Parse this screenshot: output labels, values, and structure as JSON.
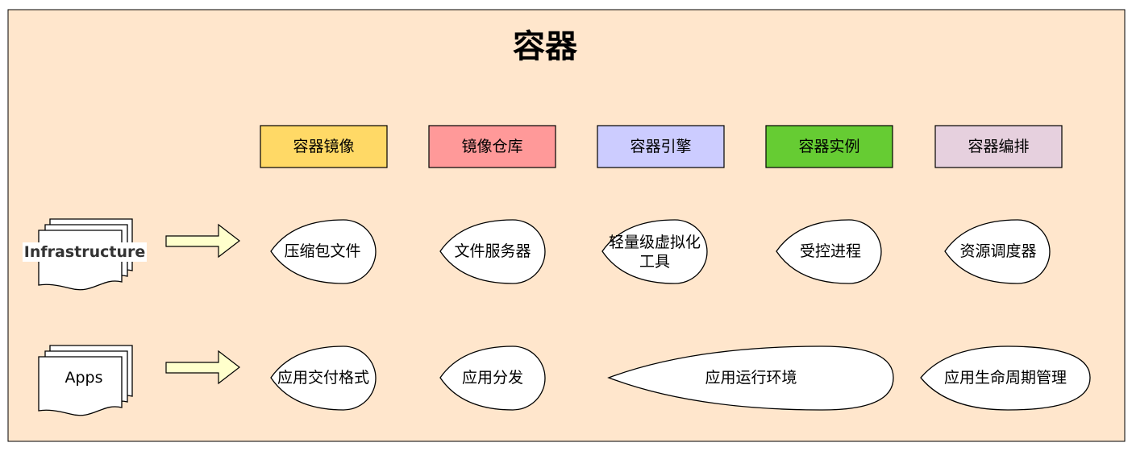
{
  "title": "容器",
  "colors": {
    "background": "#FFE6CC",
    "mirror": "#FFD966",
    "registry": "#FF9999",
    "engine": "#CCCCFF",
    "instance": "#66CC33",
    "orchestration": "#E6D0DE",
    "arrow": "#FFFFCC"
  },
  "headers": [
    {
      "label": "容器镜像",
      "color": "#FFD966"
    },
    {
      "label": "镜像仓库",
      "color": "#FF9999"
    },
    {
      "label": "容器引擎",
      "color": "#CCCCFF"
    },
    {
      "label": "容器实例",
      "color": "#66CC33"
    },
    {
      "label": "容器编排",
      "color": "#E6D0DE"
    }
  ],
  "rows": [
    {
      "label": "Infrastructure",
      "items": [
        "压缩包文件",
        "文件服务器",
        "轻量级虚拟化\n工具",
        "受控进程",
        "资源调度器"
      ]
    },
    {
      "label": "Apps",
      "items": [
        "应用交付格式",
        "应用分发",
        "应用运行环境",
        "应用生命周期管理"
      ]
    }
  ]
}
